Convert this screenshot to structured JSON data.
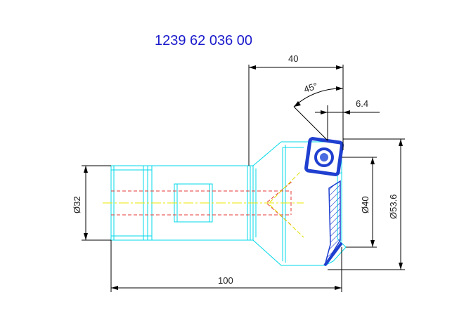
{
  "drawing": {
    "part_number": "1239 62 036 00",
    "dimensions": {
      "length_top": "40",
      "angle": "45°",
      "offset": "6.4",
      "dia_shank": "Ø32",
      "dia_inner": "Ø40",
      "dia_outer": "Ø53.6",
      "length_total": "100"
    },
    "colors": {
      "part_number": "#1a1acc",
      "outline": "#00d8e8",
      "hidden": "#e53935",
      "centerline": "#e8e800",
      "insert": "#1f3fd0",
      "dimension": "#000000"
    }
  }
}
